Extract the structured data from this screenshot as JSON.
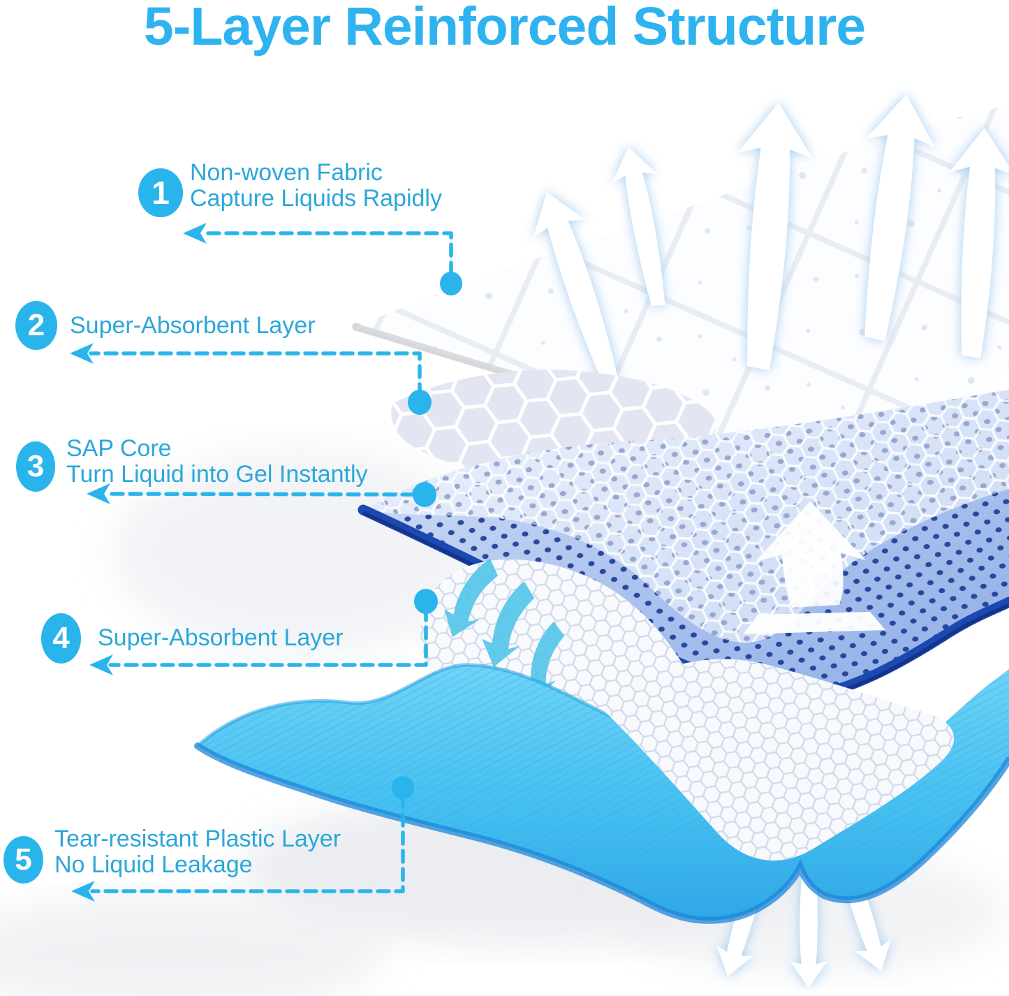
{
  "title": "5-Layer Reinforced Structure",
  "colors": {
    "accent": "#29B5EC",
    "label": "#2BA7DA",
    "title": "#2EB3F0",
    "sap_navy": "#1C48B2",
    "plastic_blue": "#45C0F0"
  },
  "callouts": [
    {
      "number": "1",
      "lines": [
        "Non-woven Fabric",
        "Capture Liquids Rapidly"
      ]
    },
    {
      "number": "2",
      "lines": [
        "Super-Absorbent Layer"
      ]
    },
    {
      "number": "3",
      "lines": [
        "SAP Core",
        "Turn Liquid into Gel Instantly"
      ]
    },
    {
      "number": "4",
      "lines": [
        "Super-Absorbent Layer"
      ]
    },
    {
      "number": "5",
      "lines": [
        "Tear-resistant Plastic Layer",
        "No Liquid Leakage"
      ]
    }
  ],
  "illustration": {
    "up_arrows": 5,
    "absorb_arrows": 3,
    "leakproof_arrows": 3
  }
}
